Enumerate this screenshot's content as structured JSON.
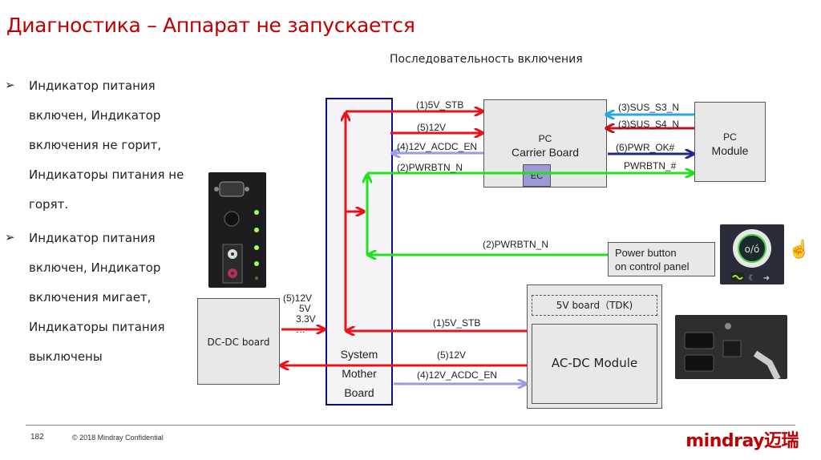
{
  "slide": {
    "title": "Диагностика – Аппарат не запускается",
    "subtitle": "Последовательность включения",
    "bullet_icon": "arrow-bullet-icon",
    "bullets": [
      {
        "lines": [
          "Индикатор питания",
          "включен, Индикатор",
          "включения не горит,",
          "Индикаторы питания не",
          "горят."
        ]
      },
      {
        "lines": [
          "Индикатор питания",
          "включен, Индикатор",
          "включения мигает,",
          "Индикаторы питания",
          "выключены"
        ]
      }
    ],
    "footer": {
      "page_number": "182",
      "copyright": "© 2018  Mindray Confidential",
      "logo": "mindray迈瑞"
    }
  },
  "diagram": {
    "blocks": {
      "system_board": [
        "System",
        "Mother",
        "Board"
      ],
      "carrier_board": [
        "PC",
        "Carrier Board"
      ],
      "ec": "EC",
      "pc_module": [
        "PC",
        "Module"
      ],
      "power_button": [
        "Power button",
        "on control panel"
      ],
      "dcdc_board": "DC-DC board",
      "board_5v": "5V board（TDK)",
      "acdc_module": "AC-DC Module"
    },
    "signals": {
      "stb_top": "(1)5V_STB",
      "v12_top": "(5)12V",
      "acdc_en_top": "(4)12V_ACDC_EN",
      "pwrbtn_top": "(2)PWRBTN_N",
      "sus_s3": "(3)SUS_S3_N",
      "sus_s4": "(3)SUS_S4_N",
      "pwr_ok": "(6)PWR_OK#",
      "pwrbtn_hash": "PWRBTN_#",
      "pwrbtn_panel": "(2)PWRBTN_N",
      "dcdc_out": [
        "(5)12V",
        "5V",
        "3.3V",
        "…"
      ],
      "stb_bottom": "(1)5V_STB",
      "v12_bottom": "(5)12V",
      "acdc_en_bottom": "(4)12V_ACDC_EN"
    },
    "colors": {
      "power": "#e8131b",
      "enable": "#9b9be0",
      "pwrbtn": "#22e01e",
      "sus_s3": "#29a8e0",
      "sus_s4": "#c0141c",
      "pwr_ok": "#1f2a8a",
      "system_board_border": "#0d0d8c"
    },
    "photos": [
      "rear-io-panel-photo",
      "power-button-photo",
      "ac-inlet-photo"
    ]
  }
}
